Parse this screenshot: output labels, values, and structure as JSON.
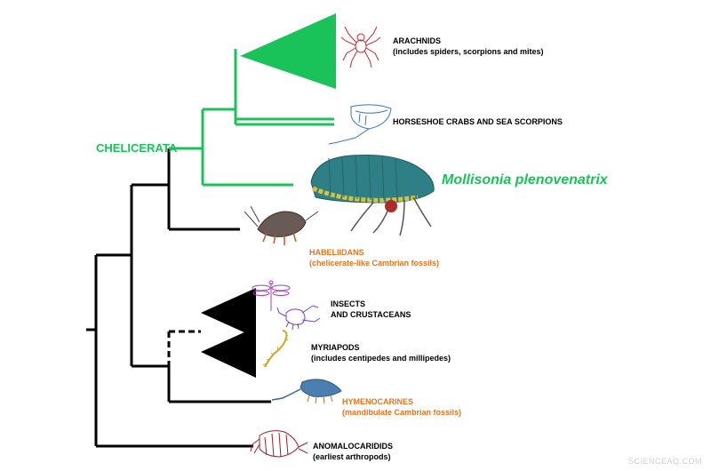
{
  "labels": {
    "chelicerata": "CHELICERATA",
    "mollisonia": "Mollisonia plenovenatrix",
    "arachnids_title": "ARACHNIDS",
    "arachnids_sub": "(includes spiders, scorpions and mites)",
    "horseshoe_title": "HORSESHOE CRABS AND SEA SCORPIONS",
    "habeliidans_title": "HABELIIDANS",
    "habeliidans_sub": "(chelicerate-like Cambrian fossils)",
    "insects_title_1": "INSECTS",
    "insects_title_2": "AND CRUSTACEANS",
    "myriapods_title": "MYRIAPODS",
    "myriapods_sub": "(includes centipedes and millipedes)",
    "hymenocarines_title": "HYMENOCARINES",
    "hymenocarines_sub": "(mandibulate Cambrian fossils)",
    "anomalocaridids_title": "ANOMALOCARIDIDS",
    "anomalocaridids_sub": "(earliest arthropods)",
    "watermark": "SCIENCEAQ.COM"
  },
  "colors": {
    "chelicerate_green": "#19c35a",
    "fossil_orange": "#e8731e",
    "tree_black": "#000000"
  },
  "icons": [
    "spider-icon",
    "horseshoe-crab-icon",
    "mollisonia-fossil-icon",
    "habeliidan-fossil-icon",
    "dragonfly-icon",
    "lobster-icon",
    "centipede-icon",
    "hymenocarine-fossil-icon",
    "anomalocaridid-icon"
  ]
}
